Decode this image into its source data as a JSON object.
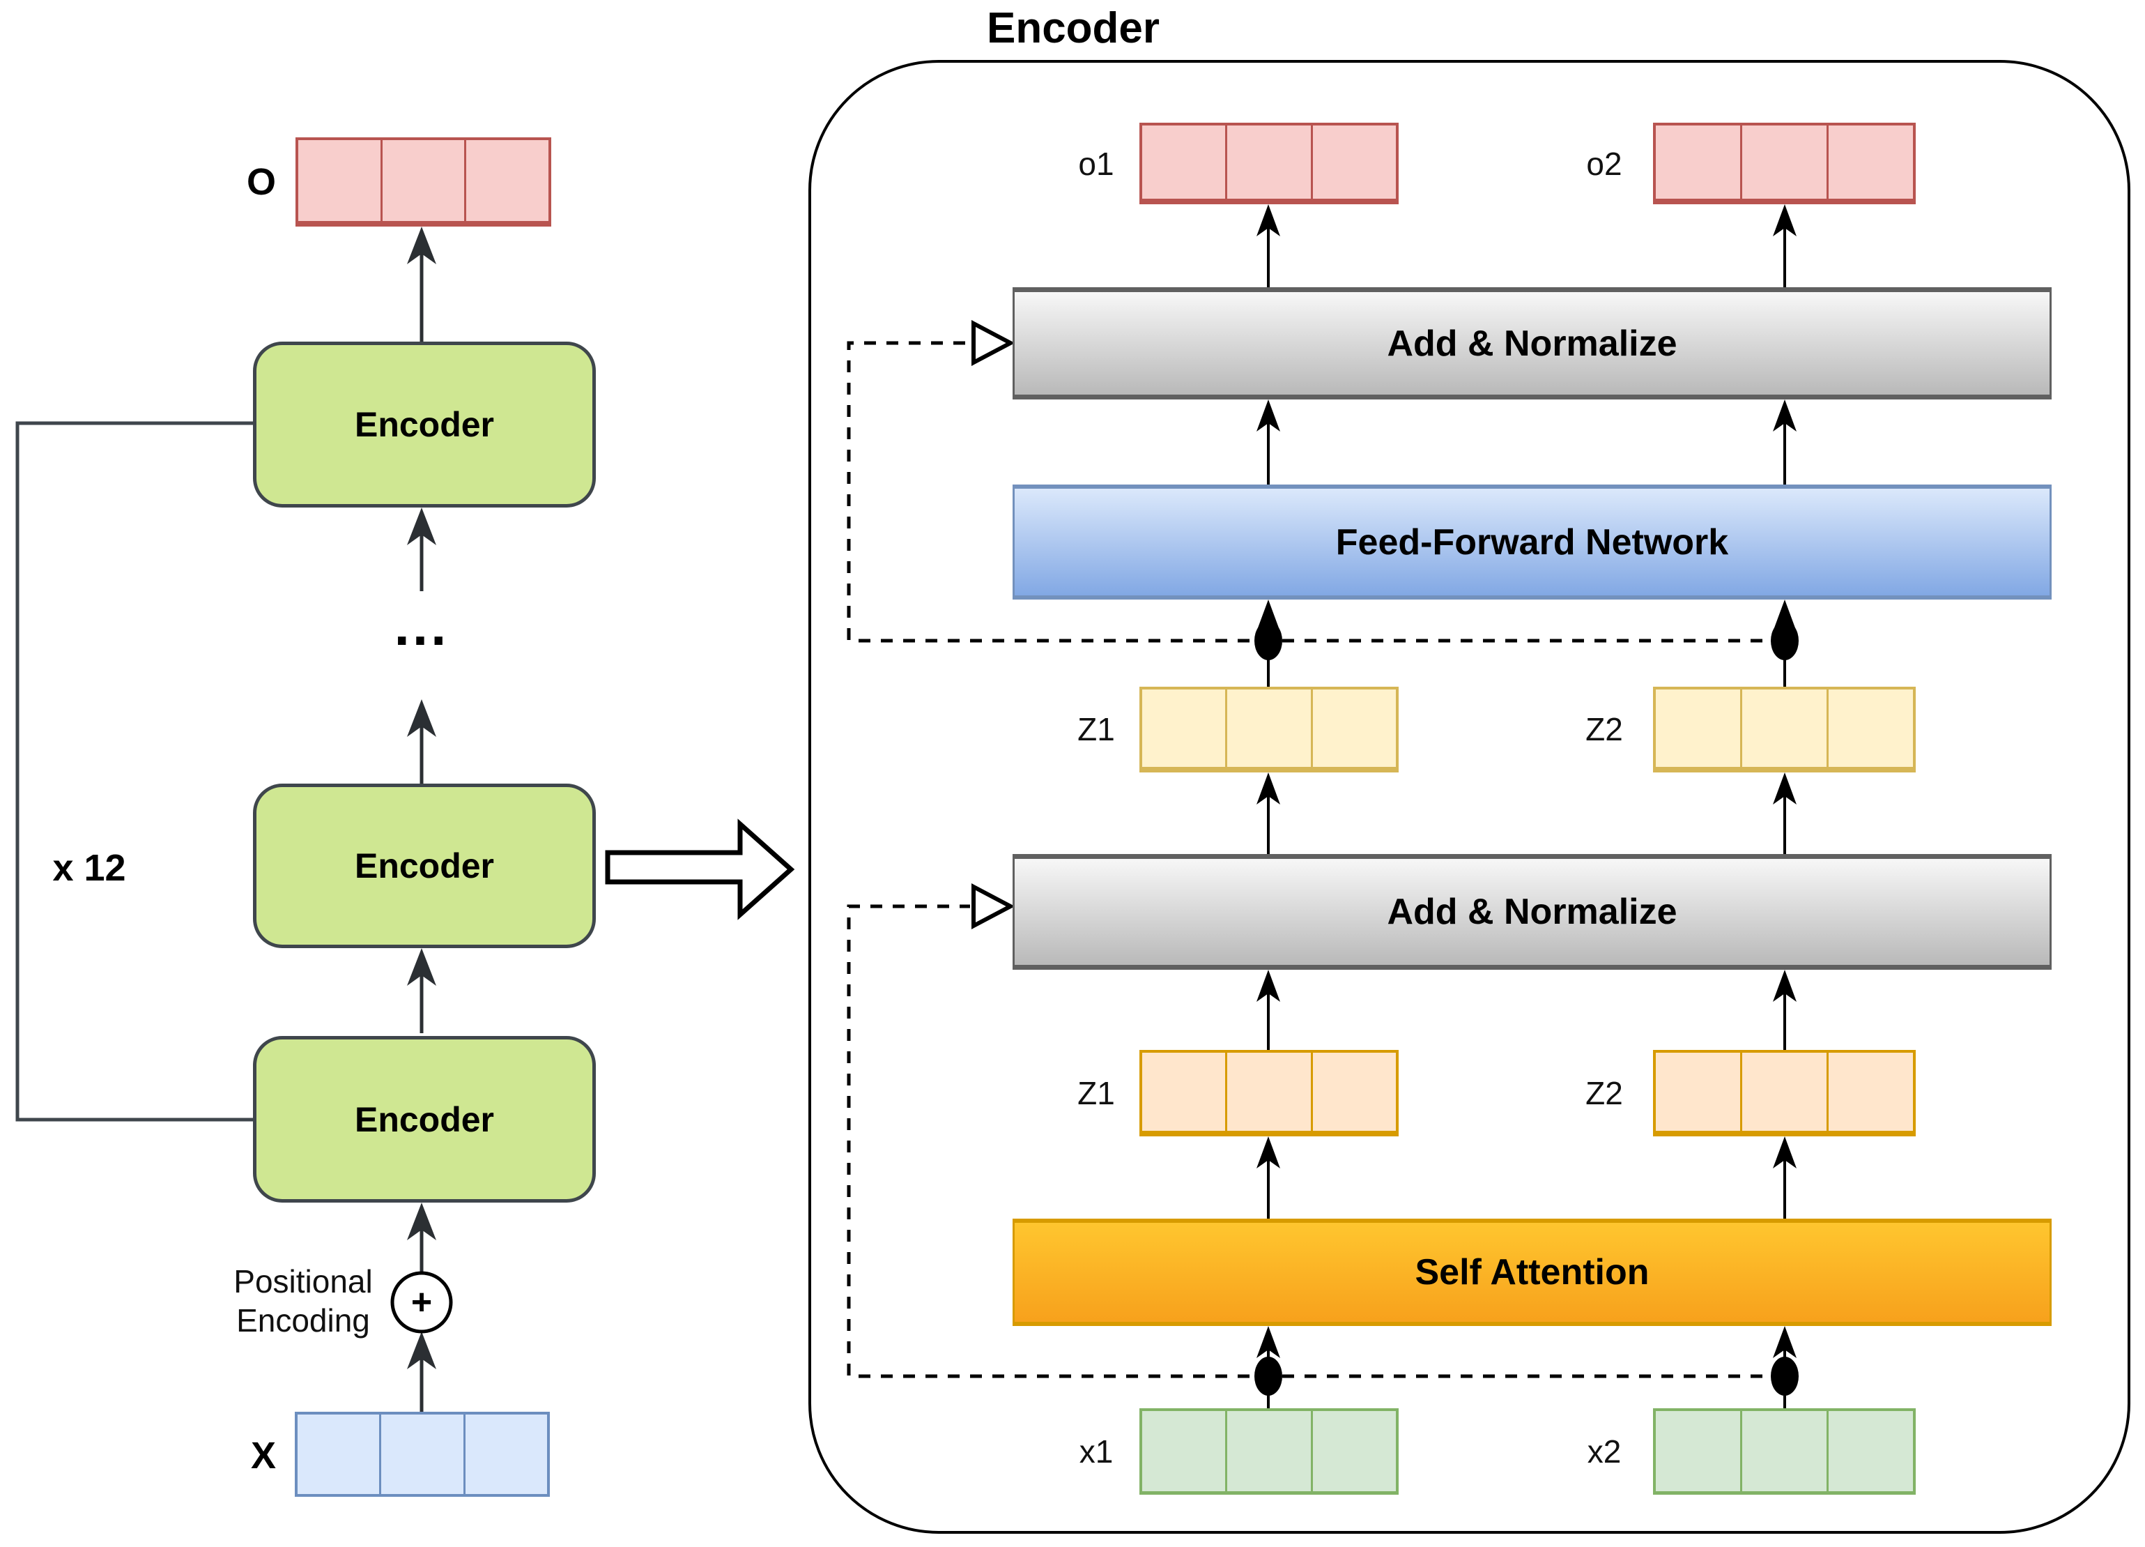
{
  "left": {
    "output_label": "O",
    "input_label": "X",
    "repeat_label": "x 12",
    "dots": "...",
    "encoders": [
      "Encoder",
      "Encoder",
      "Encoder"
    ],
    "positional_line1": "Positional",
    "positional_line2": "Encoding",
    "plus_sign": "+"
  },
  "panel": {
    "title": "Encoder",
    "bars": {
      "add_norm_top": "Add & Normalize",
      "ffn": "Feed-Forward Network",
      "add_norm_mid": "Add & Normalize",
      "self_attention": "Self Attention"
    },
    "vectors": {
      "o1": "o1",
      "o2": "o2",
      "z1_top": "Z1",
      "z2_top": "Z2",
      "z1_bottom": "Z1",
      "z2_bottom": "Z2",
      "x1": "x1",
      "x2": "x2"
    }
  },
  "colors": {
    "encoder_green": "#cfe792",
    "encoder_border": "#3f464c",
    "vec_red": "#f8cecc",
    "vec_red_border": "#b85450",
    "vec_yellow": "#fff2cc",
    "vec_yellow_border": "#d6b656",
    "vec_peach": "#ffe6cc",
    "vec_peach_border": "#d79b00",
    "vec_green": "#d5e8d4",
    "vec_green_border": "#82b366",
    "vec_blue": "#dae8fc",
    "vec_blue_border": "#6c8ebf",
    "gray_top": "#f7f7f7",
    "gray_bottom": "#b9b9b9",
    "gray_border": "#606060",
    "blue_top": "#dbe8fb",
    "blue_bottom": "#82a8e4",
    "blue_border": "#7391bd",
    "orange_top": "#ffc62f",
    "orange_bottom": "#f7a11c",
    "orange_border": "#d79b00"
  }
}
